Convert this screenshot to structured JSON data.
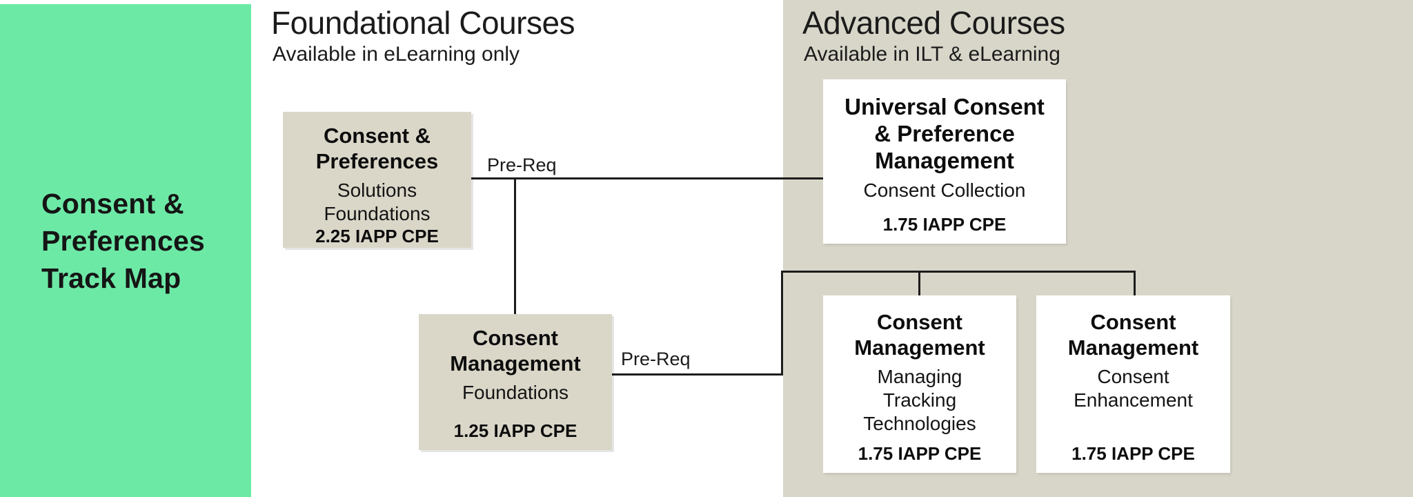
{
  "sidebar": {
    "title": "Consent &\nPreferences\nTrack Map"
  },
  "foundational": {
    "heading": "Foundational Courses",
    "subheading": "Available in eLearning only",
    "courses": [
      {
        "title": "Consent &\nPreferences",
        "subtitle": "Solutions\nFoundations",
        "cpe": "2.25 IAPP CPE"
      },
      {
        "title": "Consent\nManagement",
        "subtitle": "Foundations",
        "cpe": "1.25 IAPP CPE"
      }
    ]
  },
  "advanced": {
    "heading": "Advanced Courses",
    "subheading": "Available in ILT & eLearning",
    "courses": [
      {
        "title": "Universal Consent\n& Preference\nManagement",
        "subtitle": "Consent Collection",
        "cpe": "1.75 IAPP CPE"
      },
      {
        "title": "Consent\nManagement",
        "subtitle": "Managing\nTracking\nTechnologies",
        "cpe": "1.75 IAPP CPE"
      },
      {
        "title": "Consent\nManagement",
        "subtitle": "Consent\nEnhancement",
        "cpe": "1.75 IAPP CPE"
      }
    ]
  },
  "connectors": {
    "prereq1_label": "Pre-Req",
    "prereq2_label": "Pre-Req"
  },
  "colors": {
    "track_green": "#6DE9A6",
    "panel_beige": "#D8D6C9",
    "box_beige": "#DAD7C9",
    "box_white": "#FFFFFF",
    "line_black": "#1C1C1C"
  }
}
